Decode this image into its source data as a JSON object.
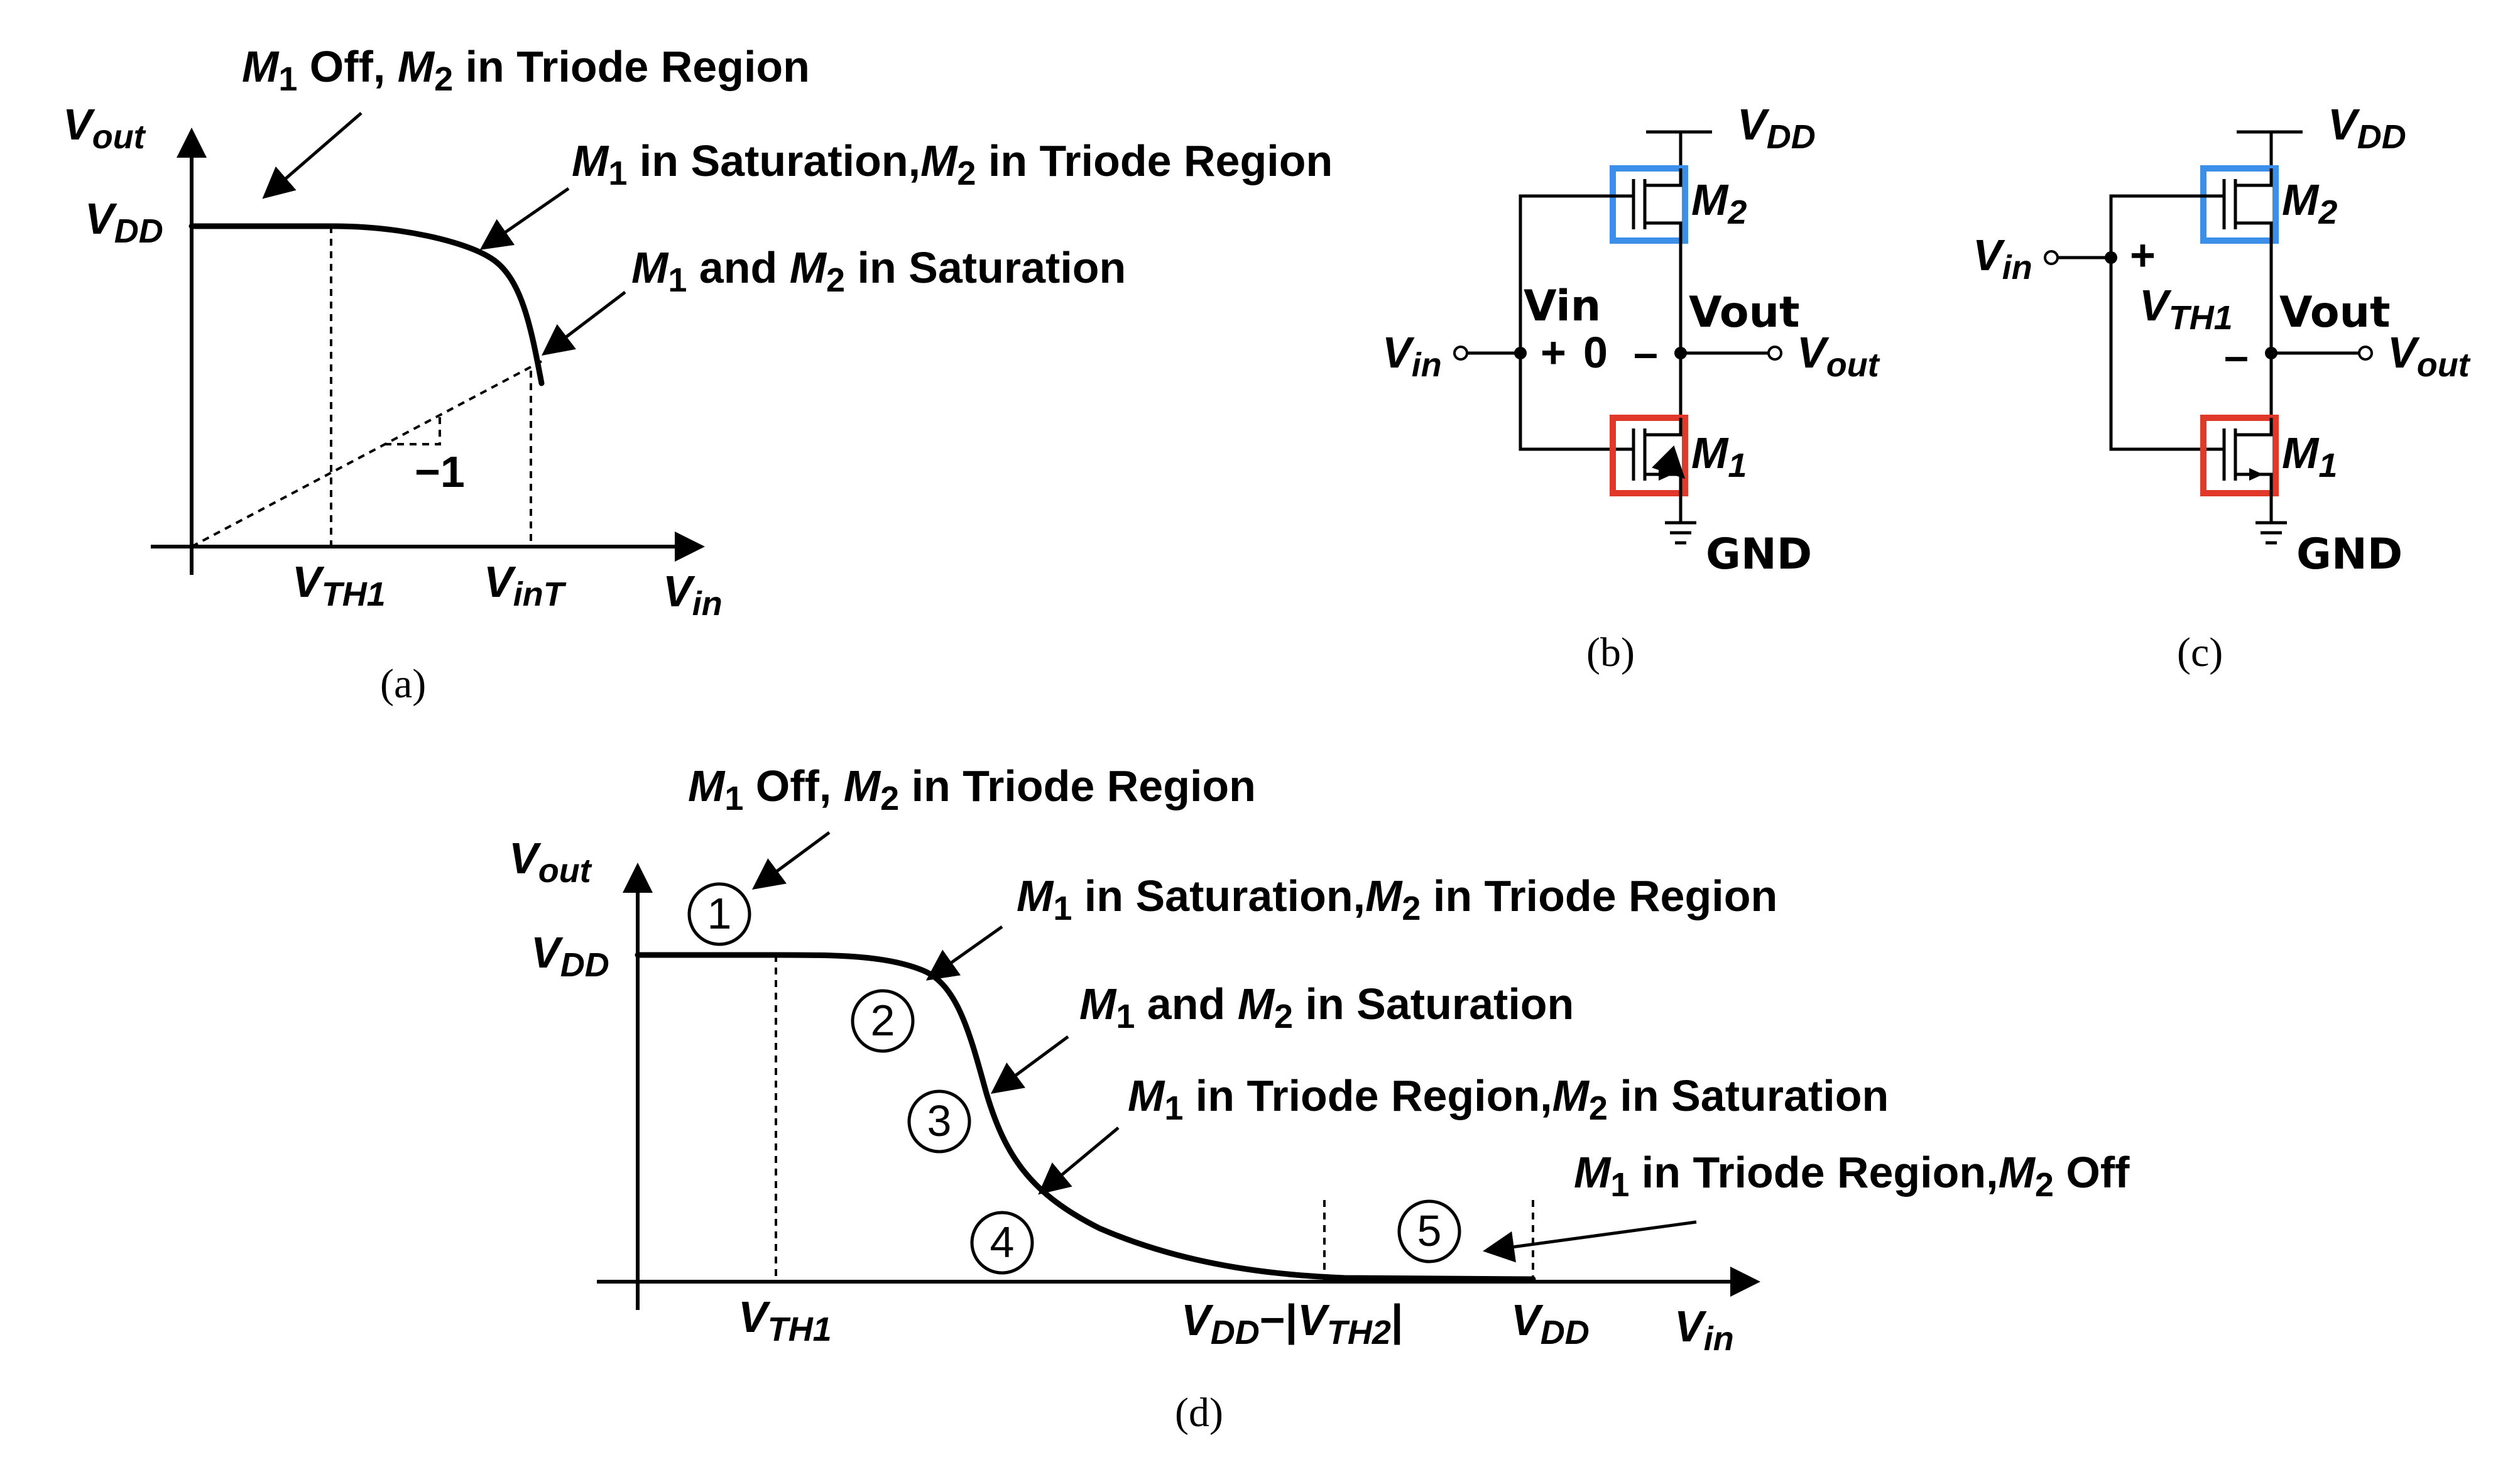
{
  "panel_a": {
    "caption": "(a)",
    "y_axis": "V",
    "y_axis_sub": "out",
    "x_axis": "V",
    "x_axis_sub": "in",
    "vdd_tick": "V",
    "vdd_tick_sub": "DD",
    "x_tick1": "V",
    "x_tick1_sub": "TH1",
    "x_tick2": "V",
    "x_tick2_sub": "inT",
    "slope": "−1",
    "label1": {
      "m1": "M",
      "m1_sub": "1",
      "t1": " Off, ",
      "m2": "M",
      "m2_sub": "2",
      "t2": " in Triode Region"
    },
    "label2": {
      "m1": "M",
      "m1_sub": "1",
      "t1": " in Saturation,",
      "m2": "M",
      "m2_sub": "2",
      "t2": " in Triode Region"
    },
    "label3": {
      "m1": "M",
      "m1_sub": "1",
      "t1": " and ",
      "m2": "M",
      "m2_sub": "2",
      "t2": " in Saturation"
    }
  },
  "panel_b": {
    "caption": "(b)",
    "vdd": "V",
    "vdd_sub": "DD",
    "m2": "M",
    "m2_sub": "2",
    "m1": "M",
    "m1_sub": "1",
    "vin": "V",
    "vin_sub": "in",
    "vout": "V",
    "vout_sub": "out",
    "plus": "+",
    "zero": "0",
    "minus": "–",
    "hand_vin": "Vin",
    "hand_vout": "Vout",
    "gnd": "GND"
  },
  "panel_c": {
    "caption": "(c)",
    "vdd": "V",
    "vdd_sub": "DD",
    "m2": "M",
    "m2_sub": "2",
    "m1": "M",
    "m1_sub": "1",
    "vin": "V",
    "vin_sub": "in",
    "vout": "V",
    "vout_sub": "out",
    "plus": "+",
    "minus": "–",
    "vth": "V",
    "vth_sub": "TH1",
    "hand_vout": "Vout",
    "gnd": "GND"
  },
  "panel_d": {
    "caption": "(d)",
    "y_axis": "V",
    "y_axis_sub": "out",
    "x_axis": "V",
    "x_axis_sub": "in",
    "vdd_tick": "V",
    "vdd_tick_sub": "DD",
    "x_tick1": "V",
    "x_tick1_sub": "TH1",
    "x_tick2_a": "V",
    "x_tick2_a_sub": "DD",
    "x_tick2_b": "−|",
    "x_tick2_c": "V",
    "x_tick2_c_sub": "TH2",
    "x_tick2_d": "|",
    "x_tick3": "V",
    "x_tick3_sub": "DD",
    "regions": [
      "1",
      "2",
      "3",
      "4",
      "5"
    ],
    "label1": {
      "m1": "M",
      "m1_sub": "1",
      "t1": " Off, ",
      "m2": "M",
      "m2_sub": "2",
      "t2": " in Triode Region"
    },
    "label2": {
      "m1": "M",
      "m1_sub": "1",
      "t1": " in Saturation,",
      "m2": "M",
      "m2_sub": "2",
      "t2": " in Triode Region"
    },
    "label3": {
      "m1": "M",
      "m1_sub": "1",
      "t1": " and ",
      "m2": "M",
      "m2_sub": "2",
      "t2": " in Saturation"
    },
    "label4": {
      "m1": "M",
      "m1_sub": "1",
      "t1": " in Triode Region,",
      "m2": "M",
      "m2_sub": "2",
      "t2": " in Saturation"
    },
    "label5": {
      "m1": "M",
      "m1_sub": "1",
      "t1": " in Triode Region,",
      "m2": "M",
      "m2_sub": "2",
      "t2": " Off"
    }
  },
  "colors": {
    "pmos_box": "#3b8fe8",
    "nmos_box": "#e0392a"
  }
}
